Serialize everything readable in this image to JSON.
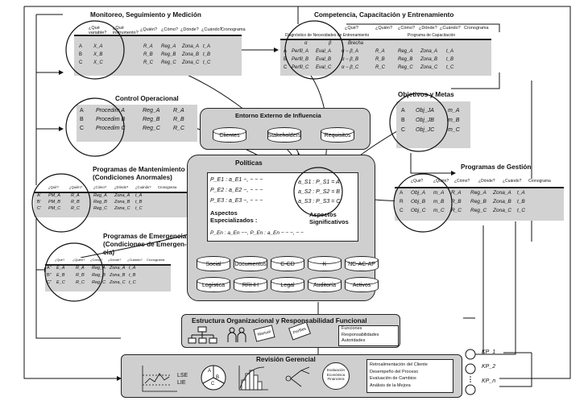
{
  "sections": {
    "monitoring": "Monitoreo, Seguimiento y Medición",
    "competence": "Competencia, Capacitación y Entrenamiento",
    "operational_control": "Control Operacional",
    "external_environment": "Entorno Externo de Influencia",
    "objectives": "Objetivos y Metas",
    "maintenance_programs": [
      "Programas de Mantenimiento",
      "(Condiciones Anormales)"
    ],
    "management_programs": "Programas de Gestión",
    "policies": "Políticas",
    "emergency_programs": [
      "Programas de Emergencia",
      "(Condiciones de Emergen-",
      "cia)"
    ],
    "structure": "Estructura Organizacional y Responsabilidad Funcional",
    "management_review": "Revisión Gerencial"
  },
  "monitoring_table": {
    "headers": [
      "¿Qué variable?",
      "¿Qué instrumento?",
      "¿Quién?",
      "¿Cómo?",
      "¿Dónde?",
      "¿Cuándo?",
      "Cronograma"
    ],
    "rows": [
      [
        "A",
        "X_A",
        "R_A",
        "Reg_A",
        "Zona_A",
        "t_A"
      ],
      [
        "B",
        "X_B",
        "R_B",
        "Reg_B",
        "Zona_B",
        "t_B"
      ],
      [
        "C",
        "X_C",
        "R_C",
        "Reg_C",
        "Zona_C",
        "t_C"
      ]
    ]
  },
  "competence_table": {
    "headers": [
      "¿Qué?",
      "¿Quién?",
      "¿Cómo?",
      "¿Dónde?",
      "¿Cuándo?",
      "Cronograma"
    ],
    "subheaders": [
      "Diagnóstico de Necesidades de Entrenamiento",
      "Programa de Capacitación"
    ],
    "greek": [
      "α",
      "β",
      "Brecha"
    ],
    "rows": [
      [
        "A",
        "Perfil_A",
        "Eval_A",
        "α − β_A",
        "R_A",
        "Reg_A",
        "Zona_A",
        "t_A"
      ],
      [
        "B",
        "Perfil_B",
        "Eval_B",
        "α − β_B",
        "R_B",
        "Reg_B",
        "Zona_B",
        "t_B"
      ],
      [
        "C",
        "Perfil_C",
        "Eval_C",
        "α − β_C",
        "R_C",
        "Reg_C",
        "Zona_C",
        "t_C"
      ]
    ]
  },
  "operational_table": {
    "rows": [
      [
        "A",
        "Procedim A",
        "Reg_A",
        "R_A"
      ],
      [
        "B",
        "Procedim B",
        "Reg_B",
        "R_B"
      ],
      [
        "C",
        "Procedim C",
        "Reg_C",
        "R_C"
      ]
    ]
  },
  "external": [
    "Clientes",
    "Stakeholders",
    "Requisitos"
  ],
  "objectives_table": {
    "rows": [
      [
        "A",
        "Obj_JA",
        "m_A"
      ],
      [
        "B",
        "Obj_JB",
        "m_B"
      ],
      [
        "C",
        "Obj_JC",
        "m_C"
      ]
    ]
  },
  "maintenance_table": {
    "headers": [
      "¿Qué?",
      "¿Quién?",
      "¿Cómo?",
      "¿Dónde?",
      "¿Cuándo?",
      "Cronograma"
    ],
    "rows": [
      [
        "A'",
        "PM_A",
        "R_A",
        "Reg_A",
        "Zona_A",
        "t_A"
      ],
      [
        "B'",
        "PM_B",
        "R_B",
        "Reg_B",
        "Zona_B",
        "t_B"
      ],
      [
        "C'",
        "PM_C",
        "R_C",
        "Reg_C",
        "Zona_C",
        "t_C"
      ]
    ]
  },
  "management_table": {
    "headers": [
      "¿Qué?",
      "¿Quién?",
      "¿Cómo?",
      "¿Dónde?",
      "¿Cuándo?",
      "Cronograma"
    ],
    "rows": [
      [
        "A",
        "Obj_A",
        "m_A",
        "R_A",
        "Reg_A",
        "Zona_A",
        "t_A"
      ],
      [
        "R",
        "Obj_B",
        "m_B",
        "R_B",
        "Reg_B",
        "Zona_B",
        "t_B"
      ],
      [
        "C",
        "Obj_C",
        "m_C",
        "R_C",
        "Reg_C",
        "Zona_C",
        "t_C"
      ]
    ]
  },
  "emergency_table": {
    "headers": [
      "¿Qué?",
      "¿Quién?",
      "¿Cómo?",
      "¿Dónde?",
      "¿Cuándo?",
      "Cronograma"
    ],
    "rows": [
      [
        "A''",
        "E_A",
        "R_A",
        "Reg_A",
        "Zona_A",
        "t_A"
      ],
      [
        "B''",
        "E_B",
        "R_B",
        "Reg_B",
        "Zona_B",
        "t_B"
      ],
      [
        "C''",
        "E_C",
        "R_C",
        "Reg_C",
        "Zona_C",
        "t_C"
      ]
    ]
  },
  "policies": {
    "left_lines": [
      "P_E1 : a_E1 −, − − −",
      "P_E2 : a_E2 −, − − −",
      "P_E3 : a_E3 −, − − −"
    ],
    "circle_lines": [
      "a_S1 : P_S1 = A",
      "a_S2 : P_S2 = B",
      "a_S3 : P_S3 = C"
    ],
    "specialized": [
      "Aspectos",
      "Especializados :"
    ],
    "significant": [
      "Aspectos",
      "Significativos"
    ],
    "bottom_line": "P_En : a_En −−, P_En : a_En − − −, − −"
  },
  "documents": [
    "Social",
    "Documentos",
    "C-CD",
    "K",
    "NC-AC-AP",
    "Logística",
    "RRHH",
    "Legal",
    "Auditoría",
    "Activos"
  ],
  "structure_box": {
    "items": [
      "Funciones",
      "Responsabilidades",
      "Autoridades"
    ],
    "icons": [
      "Manual",
      "Perfiles"
    ]
  },
  "review_box": {
    "chart_labels": [
      "LSE",
      "LIE"
    ],
    "venn": [
      "A",
      "B",
      "C"
    ],
    "evaluation": [
      "Evaluación",
      "Económica",
      "Financiera"
    ],
    "items": [
      "Retroalimentación del Cliente",
      "Desempeño del Proceso",
      "Evaluación de Cambios",
      "Análisis de la Mejora"
    ]
  },
  "kpis": [
    "KP_1",
    "KP_2",
    "KP_n"
  ]
}
